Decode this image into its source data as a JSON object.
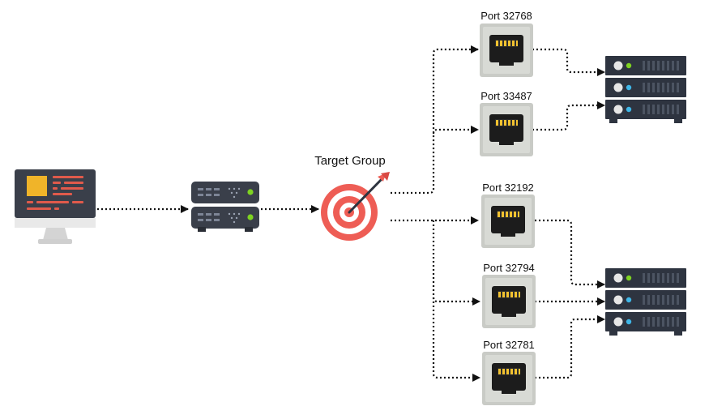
{
  "target_group": {
    "label": "Target Group"
  },
  "ports": [
    {
      "id": "p1",
      "label": "Port 32768"
    },
    {
      "id": "p2",
      "label": "Port 33487"
    },
    {
      "id": "p3",
      "label": "Port 32192"
    },
    {
      "id": "p4",
      "label": "Port 32794"
    },
    {
      "id": "p5",
      "label": "Port 32781"
    }
  ],
  "colors": {
    "monitor_body": "#3a3f4a",
    "monitor_stand": "#dcdcdc",
    "code_lines": "#e05a4b",
    "code_block": "#f0b429",
    "server_body": "#2e3440",
    "led_green": "#7ed321",
    "led_blue": "#3fb7e8",
    "target_red": "#ee5d55",
    "port_frame": "#c9cbc6",
    "port_socket": "#1c1c1c",
    "port_pins": "#f2c230"
  }
}
